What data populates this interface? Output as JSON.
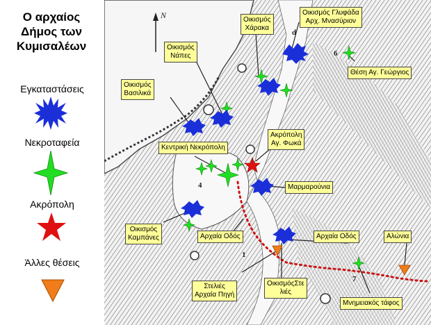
{
  "title": {
    "lines": [
      "Ο αρχαίος",
      "Δήμος των",
      "Κυμισαλέων"
    ]
  },
  "legend": {
    "installations": "Εγκαταστάσεις",
    "cemeteries": "Νεκροταφεία",
    "acropolis": "Ακρόπολη",
    "other_sites": "Άλλες θέσεις"
  },
  "colors": {
    "installation": "#1b2fd9",
    "cemetery": "#22dd22",
    "acropolis": "#e01010",
    "other_site": "#f07d1a",
    "label_bg": "#ffff99",
    "road": "#cc1111"
  },
  "map": {
    "north": "N",
    "numbers": {
      "n6": "6",
      "n4": "4",
      "n1": "1",
      "n7": "7",
      "nd": "d"
    },
    "labels": {
      "glyfada": [
        "Οικισμός Γλυφάδα",
        "Αρχ. Μνασύριον"
      ],
      "charaka": [
        "Οικισμός",
        "Χάρακα"
      ],
      "napes": [
        "Οικισμός",
        "Νάπες"
      ],
      "ag_georgios": [
        "Θέση Αγ. Γεώργιος"
      ],
      "vasilika": [
        "Οικισμός",
        "Βασιλικά"
      ],
      "akropoli": [
        "Ακρόπολη",
        "Αγ. Φωκά"
      ],
      "nekropoli": [
        "Κεντρική Νεκρόπολη"
      ],
      "marmarounia": [
        "Μαρμαρούνια"
      ],
      "kampanes": [
        "Οικισμός",
        "Καμπάνες"
      ],
      "archaia_odos_1": [
        "Αρχαία Οδός"
      ],
      "archaia_odos_2": [
        "Αρχαία Οδός"
      ],
      "alonia": [
        "Αλώνια"
      ],
      "steles_pigi": [
        "Στελιές",
        "Αρχαία Πηγή"
      ],
      "oikismos_steles": [
        "ΟικισμόςΣτε",
        "λιές"
      ],
      "mnimeiakos": [
        "Μνημειακός τάφος"
      ]
    }
  }
}
